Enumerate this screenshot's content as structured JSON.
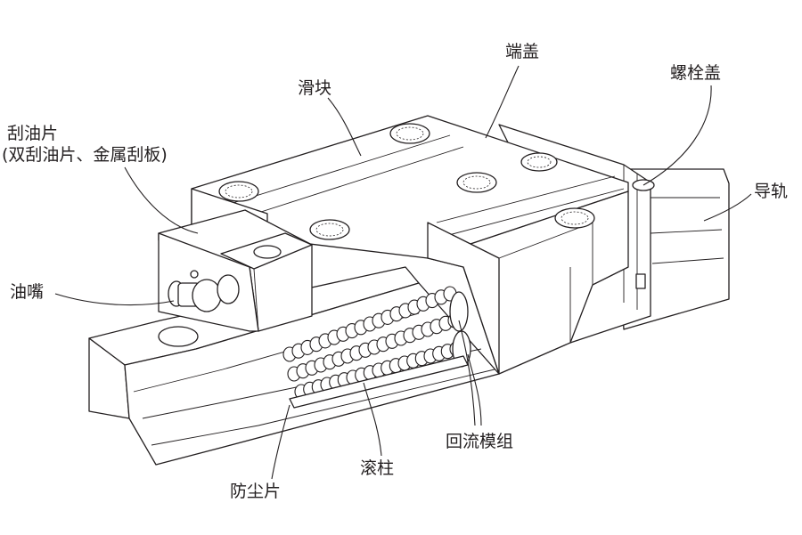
{
  "labels": {
    "wiper": "刮油片",
    "wiper_detail": "(双刮油片、金属刮板)",
    "block": "滑块",
    "end_cap": "端盖",
    "bolt_cap": "螺栓盖",
    "rail": "导轨",
    "grease_nipple": "油嘴",
    "recirculation": "回流模组",
    "roller": "滚柱",
    "dust_seal": "防尘片"
  }
}
